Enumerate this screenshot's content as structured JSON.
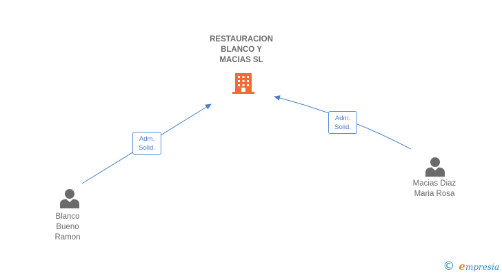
{
  "company": {
    "name": "RESTAURACION\nBLANCO Y\nMACIAS SL",
    "icon": "building-icon",
    "icon_color": "#f26a38"
  },
  "persons": [
    {
      "id": "blanco",
      "name": "Blanco\nBueno\nRamon",
      "icon": "person-icon"
    },
    {
      "id": "macias",
      "name": "Macias Diaz\nMaria Rosa",
      "icon": "person-icon"
    }
  ],
  "relations": [
    {
      "from": "blanco",
      "to": "company",
      "label": "Adm.\nSolid."
    },
    {
      "from": "macias",
      "to": "company",
      "label": "Adm.\nSolid."
    }
  ],
  "footer": {
    "copyright_symbol": "©",
    "brand_initial": "e",
    "brand_rest": "mpresia"
  },
  "colors": {
    "edge": "#4a80c9",
    "person_icon": "#6b6b6b",
    "text": "#6b6b6b"
  }
}
